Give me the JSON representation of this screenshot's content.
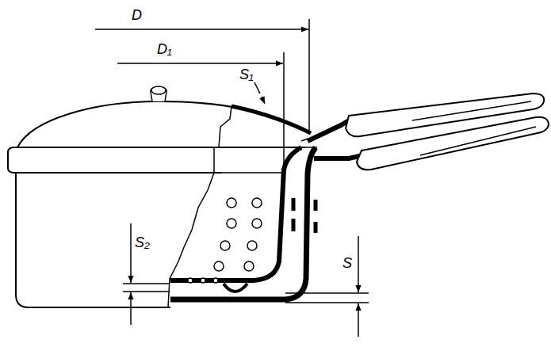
{
  "diagram": {
    "labels": [
      "D",
      "D₁",
      "S₁",
      "S₂",
      "S"
    ]
  }
}
